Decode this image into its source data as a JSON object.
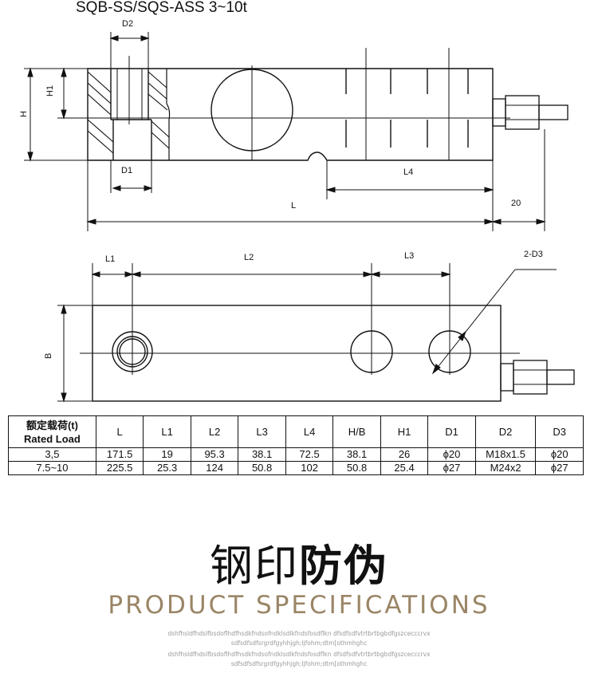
{
  "header": {
    "model_title": "SQB-SS/SQS-ASS 3~10t"
  },
  "dimension_labels": {
    "d2": "D2",
    "h1": "H1",
    "h": "H",
    "d1": "D1",
    "l4": "L4",
    "l": "L",
    "twenty": "20",
    "l1": "L1",
    "l2": "L2",
    "l3": "L3",
    "two_d3": "2-D3",
    "b": "B"
  },
  "table": {
    "header_first_cn": "额定载荷(t)",
    "header_first_en": "Rated Load",
    "columns": [
      "L",
      "L1",
      "L2",
      "L3",
      "L4",
      "H/B",
      "H1",
      "D1",
      "D2",
      "D3"
    ],
    "rows": [
      [
        "3,5",
        "171.5",
        "19",
        "95.3",
        "38.1",
        "72.5",
        "38.1",
        "26",
        "ϕ20",
        "M18x1.5",
        "ϕ20"
      ],
      [
        "7.5~10",
        "225.5",
        "25.3",
        "124",
        "50.8",
        "102",
        "50.8",
        "25.4",
        "ϕ27",
        "M24x2",
        "ϕ27"
      ]
    ]
  },
  "branding": {
    "title_light": "钢印",
    "title_bold": "防伪",
    "subtitle": "PRODUCT SPECIFICATIONS",
    "filler_lines": [
      "dshfhsldfhdslfbsdoflhdfhsdkfndsofndklsdlkfndsfosdflkn dfsdfsdfvtrtbrtbgbdfgszcecccrvx",
      "sdfsdfsdfsrgrdfgyhhjgh;ljfohm;dtm[othmhghc",
      "dshfhsldfhdslfbsdoflhdfhsdkfndsofndklsdlkfndsfosdflkn dfsdfsdfvtrtbrtbgbdfgszcecccrvx",
      "sdfsdfsdfsrgrdfgyhhjgh;ljfohm;dtm[othmhghc"
    ]
  },
  "colors": {
    "accent_gold": "#9a8566",
    "ink": "#111111",
    "filler_gray": "#9a9a9a"
  }
}
